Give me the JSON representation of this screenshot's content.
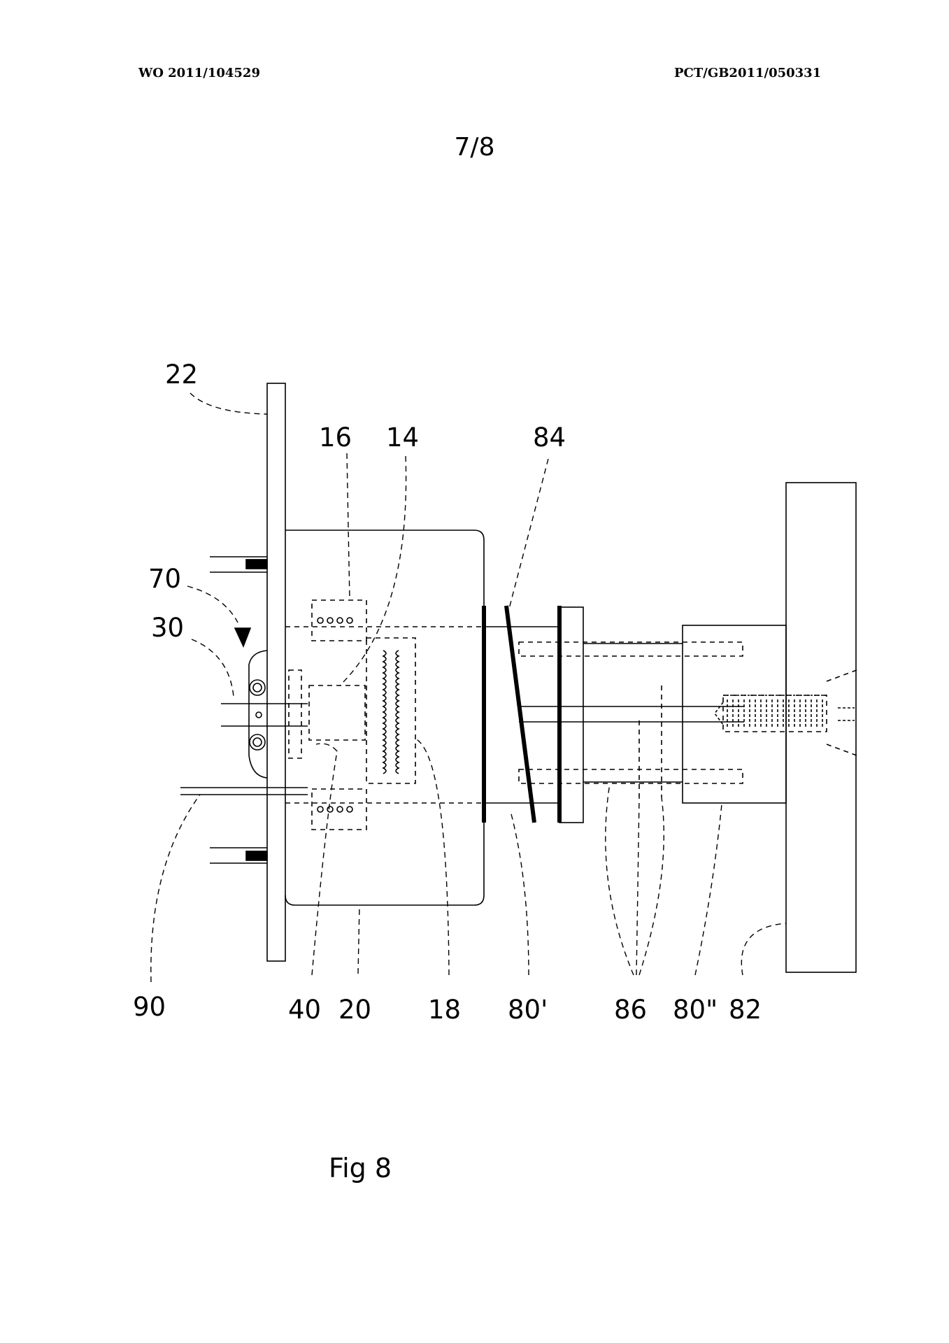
{
  "header": {
    "publication_number": "WO 2011/104529",
    "application_number": "PCT/GB2011/050331"
  },
  "sheet_number": "7/8",
  "figure_caption": "Fig 8",
  "reference_labels": [
    {
      "id": "22",
      "text": "22"
    },
    {
      "id": "16",
      "text": "16"
    },
    {
      "id": "14",
      "text": "14"
    },
    {
      "id": "84",
      "text": "84"
    },
    {
      "id": "70",
      "text": "70"
    },
    {
      "id": "30",
      "text": "30"
    },
    {
      "id": "90",
      "text": "90"
    },
    {
      "id": "40",
      "text": "40"
    },
    {
      "id": "20",
      "text": "20"
    },
    {
      "id": "18",
      "text": "18"
    },
    {
      "id": "80p",
      "text": "80'"
    },
    {
      "id": "86",
      "text": "86"
    },
    {
      "id": "80pp",
      "text": "80\""
    },
    {
      "id": "82",
      "text": "82"
    }
  ]
}
